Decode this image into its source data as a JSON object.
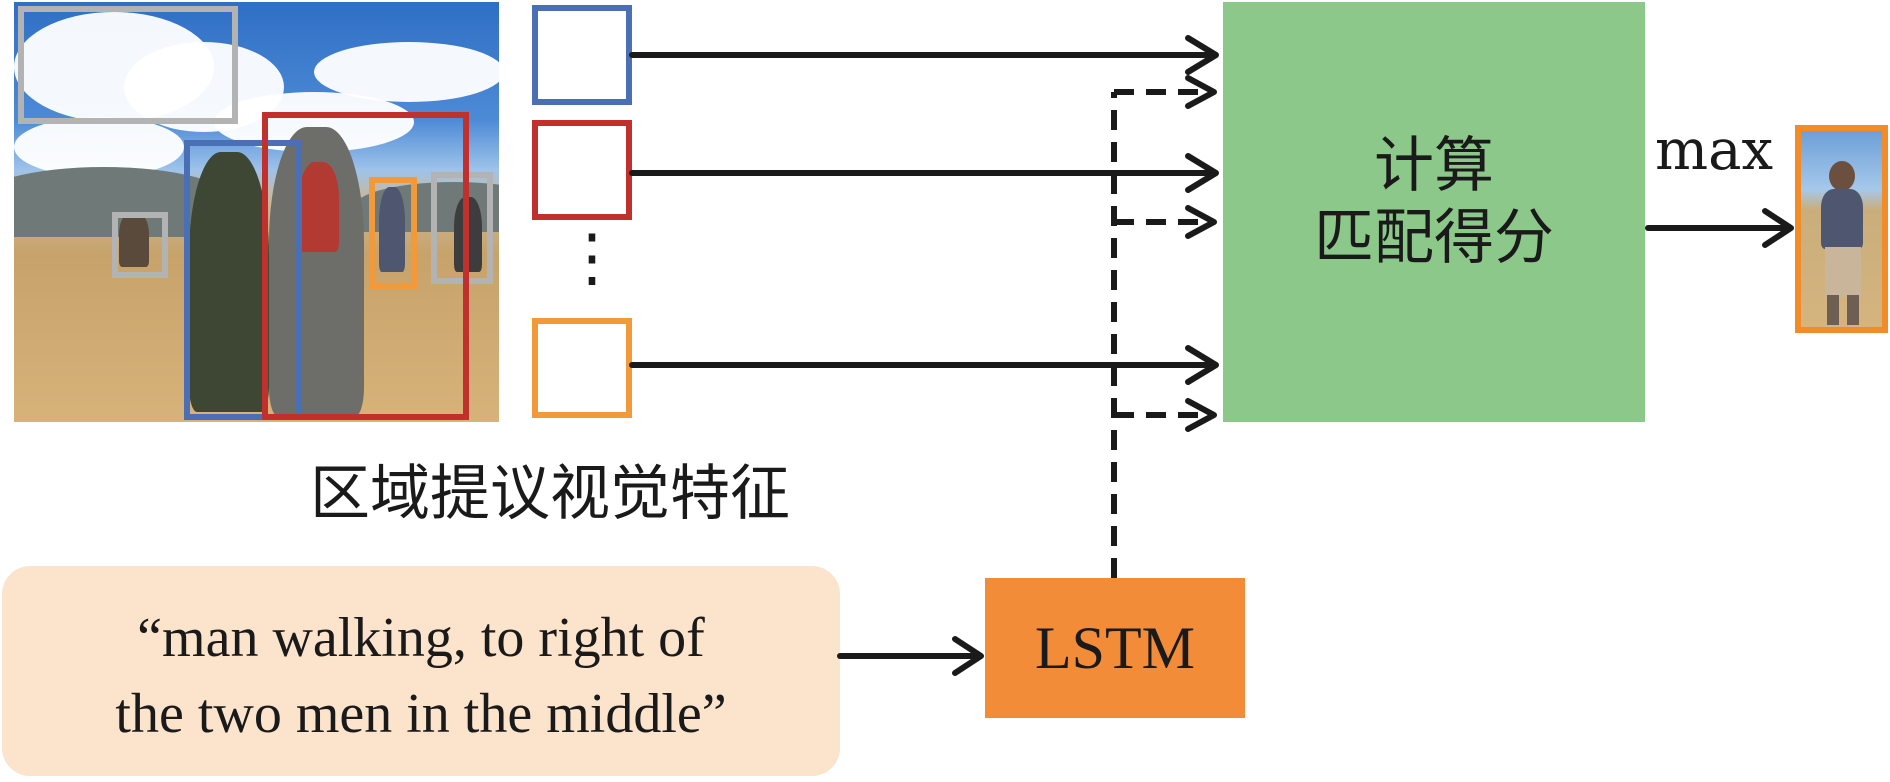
{
  "diagram": {
    "region_features_label": "区域提议视觉特征",
    "score_box": {
      "line1": "计算",
      "line2": "匹配得分"
    },
    "max_label": "max",
    "query": {
      "line1": "“man walking, to right of",
      "line2": "the two men in the middle”"
    },
    "lstm_label": "LSTM",
    "ellipsis": "⋮",
    "colors": {
      "blue": "#4a6fb5",
      "red": "#c0302c",
      "orange": "#f2993a",
      "gray": "#b3b3b3",
      "green": "#8dc88b",
      "lstm_orange": "#f28c38",
      "query_bg": "#fbe3cc"
    }
  }
}
